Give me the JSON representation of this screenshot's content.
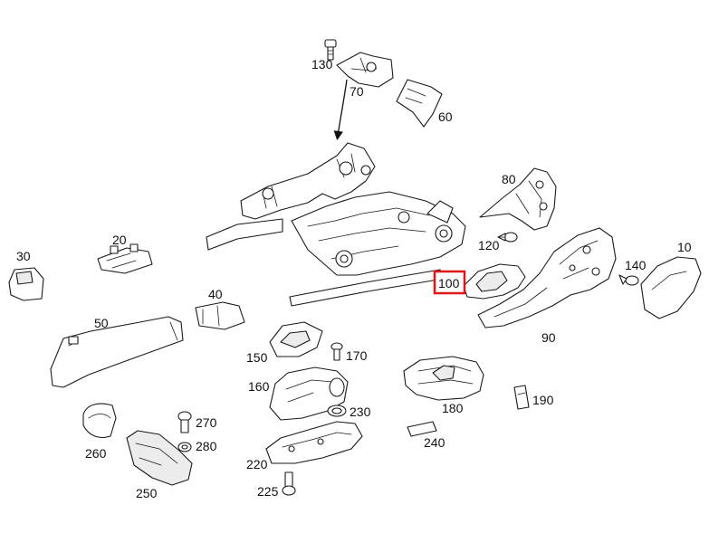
{
  "diagram": {
    "highlight_color": "#e0161b",
    "highlighted_part": "100",
    "callouts": {
      "c10": "10",
      "c20": "20",
      "c30": "30",
      "c40": "40",
      "c50": "50",
      "c60": "60",
      "c70": "70",
      "c80": "80",
      "c90": "90",
      "c100": "100",
      "c120": "120",
      "c130": "130",
      "c140": "140",
      "c150": "150",
      "c160": "160",
      "c170": "170",
      "c180": "180",
      "c190": "190",
      "c220": "220",
      "c225": "225",
      "c230": "230",
      "c240": "240",
      "c250": "250",
      "c260": "260",
      "c270": "270",
      "c280": "280"
    }
  }
}
